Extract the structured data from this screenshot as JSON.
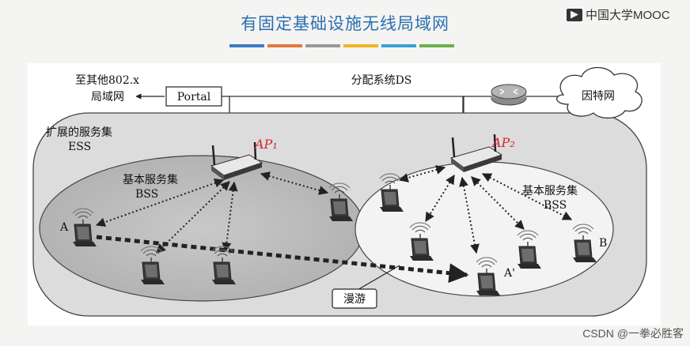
{
  "slide": {
    "title": "有固定基础设施无线局域网",
    "brand": "中国大学MOOC",
    "watermark": "CSDN @一拳必胜客",
    "strip_colors": [
      "#3b7cc4",
      "#e07a3f",
      "#999999",
      "#f0b323",
      "#3aa0d8",
      "#6ab04c"
    ]
  },
  "diagram": {
    "external_lan": [
      "至其他802.x",
      "局域网"
    ],
    "portal": "Portal",
    "ds": "分配系统DS",
    "internet": "因特网",
    "ess": [
      "扩展的服务集",
      "ESS"
    ],
    "bss1": [
      "基本服务集",
      "BSS"
    ],
    "bss2": [
      "基本服务集",
      "BSS"
    ],
    "ap1": "AP₁",
    "ap2": "AP₂",
    "station_a": "A",
    "station_a_prime": "A'",
    "station_b": "B",
    "roaming": "漫游"
  }
}
